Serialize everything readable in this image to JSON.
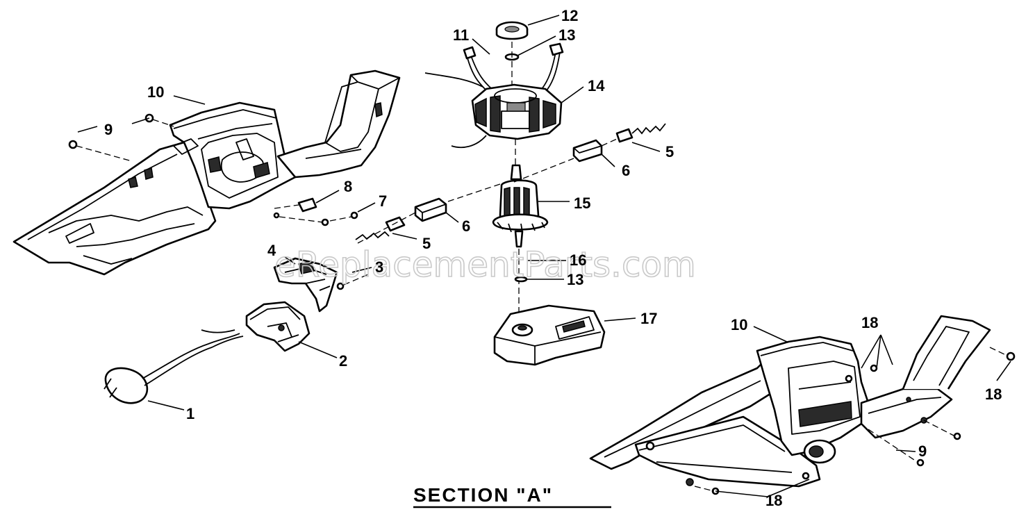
{
  "section_title": "SECTION \"A\"",
  "watermark": "eReplacementParts.com",
  "callouts": {
    "c1": "1",
    "c2": "2",
    "c3": "3",
    "c4": "4",
    "c5a": "5",
    "c5b": "5",
    "c6a": "6",
    "c6b": "6",
    "c7": "7",
    "c8": "8",
    "c9a": "9",
    "c9b": "9",
    "c10a": "10",
    "c10b": "10",
    "c11": "11",
    "c12": "12",
    "c13a": "13",
    "c13b": "13",
    "c14": "14",
    "c15": "15",
    "c16": "16",
    "c17": "17",
    "c18a": "18",
    "c18b": "18",
    "c18c": "18"
  },
  "colors": {
    "ink": "#000000",
    "paper": "#ffffff",
    "watermark": "#c9c9c9"
  }
}
